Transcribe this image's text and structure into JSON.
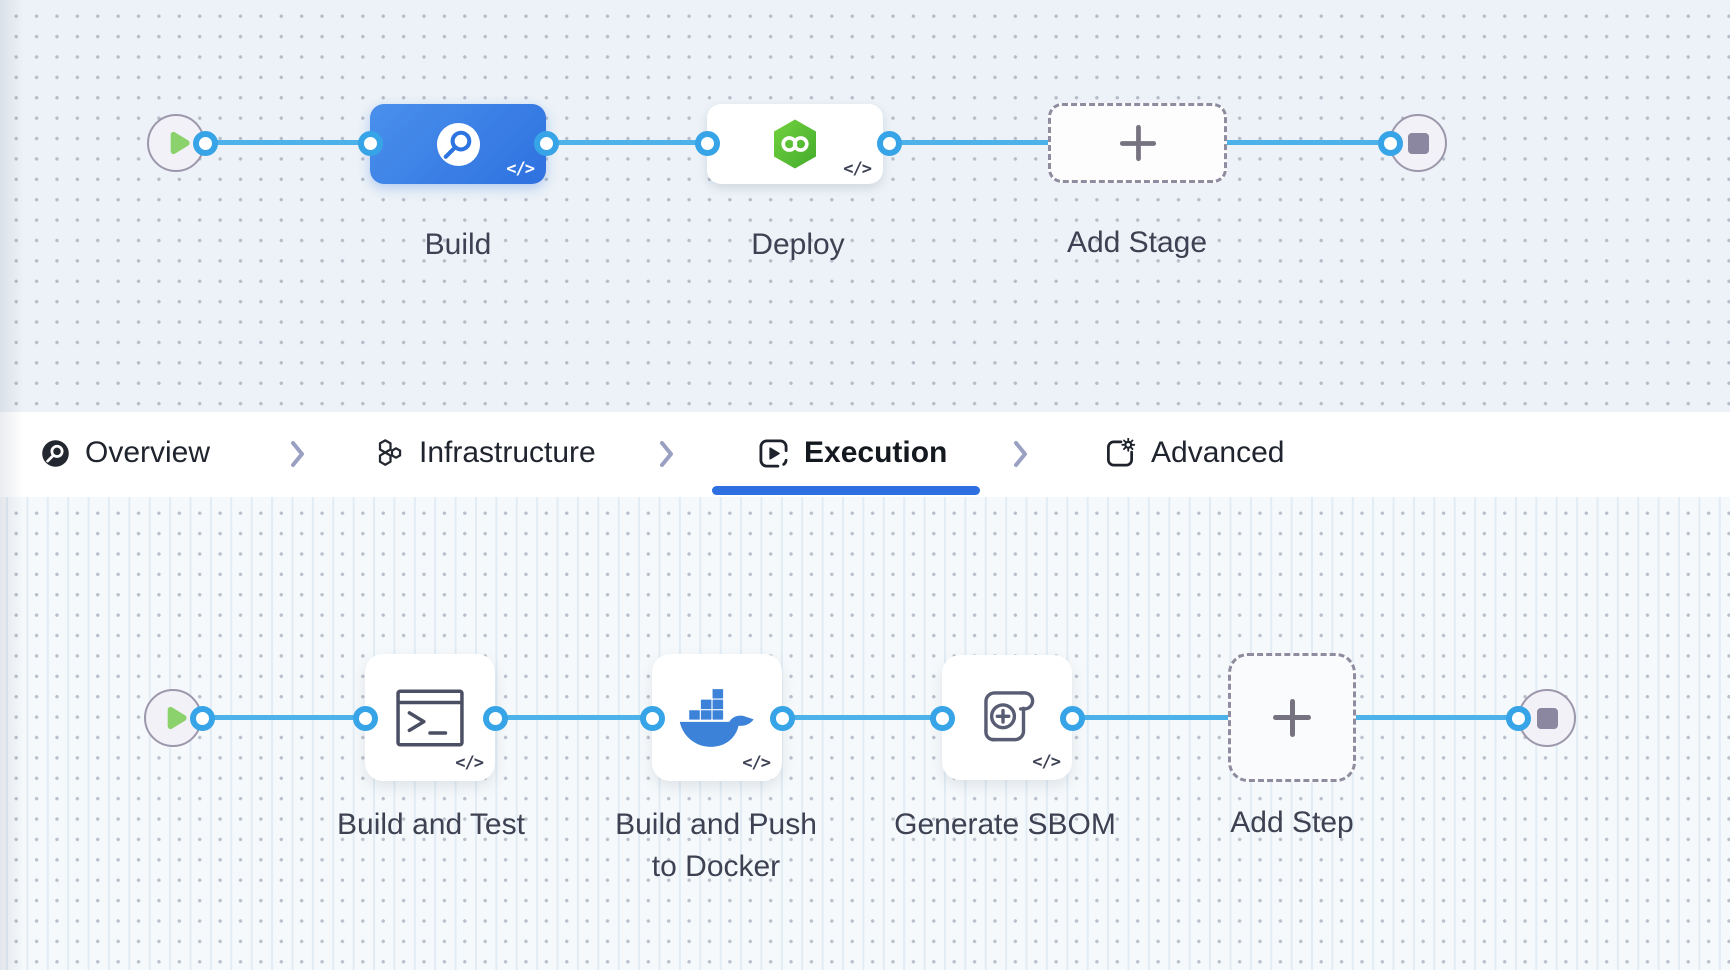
{
  "stage_graph": {
    "stages": [
      {
        "label": "Build",
        "badge": "</>",
        "icon": "ci-build-icon"
      },
      {
        "label": "Deploy",
        "badge": "</>",
        "icon": "harness-cd-hexagon-icon"
      },
      {
        "label": "Add Stage",
        "icon": "plus-icon"
      }
    ]
  },
  "tabs": [
    {
      "label": "Overview",
      "icon": "ci-circle-icon"
    },
    {
      "label": "Infrastructure",
      "icon": "hexagons-icon"
    },
    {
      "label": "Execution",
      "icon": "play-square-icon",
      "active": true
    },
    {
      "label": "Advanced",
      "icon": "gear-square-icon"
    }
  ],
  "step_graph": {
    "steps": [
      {
        "label": "Build and Test",
        "badge": "</>",
        "icon": "terminal-icon"
      },
      {
        "label_line1": "Build and Push",
        "label_line2": "to Docker",
        "badge": "</>",
        "icon": "docker-whale-icon"
      },
      {
        "label": "Generate SBOM",
        "badge": "</>",
        "icon": "scroll-plus-icon"
      },
      {
        "label": "Add Step",
        "icon": "plus-icon"
      }
    ]
  },
  "colors": {
    "edge_blue": "#4cb2e9",
    "port_ring_blue": "#36a4e7",
    "active_tab_underline": "#2e6fe2",
    "build_card_gradient_start": "#4a90ec",
    "build_card_gradient_end": "#2e71e0",
    "deploy_hex_green": "#56bf31",
    "docker_blue": "#3c82d8",
    "start_play_green": "#8cd26c",
    "stop_square_gray": "#8b87a0",
    "canvas_top_bg": "#ecf2f7",
    "canvas_bottom_bg": "#f6f9fb"
  }
}
